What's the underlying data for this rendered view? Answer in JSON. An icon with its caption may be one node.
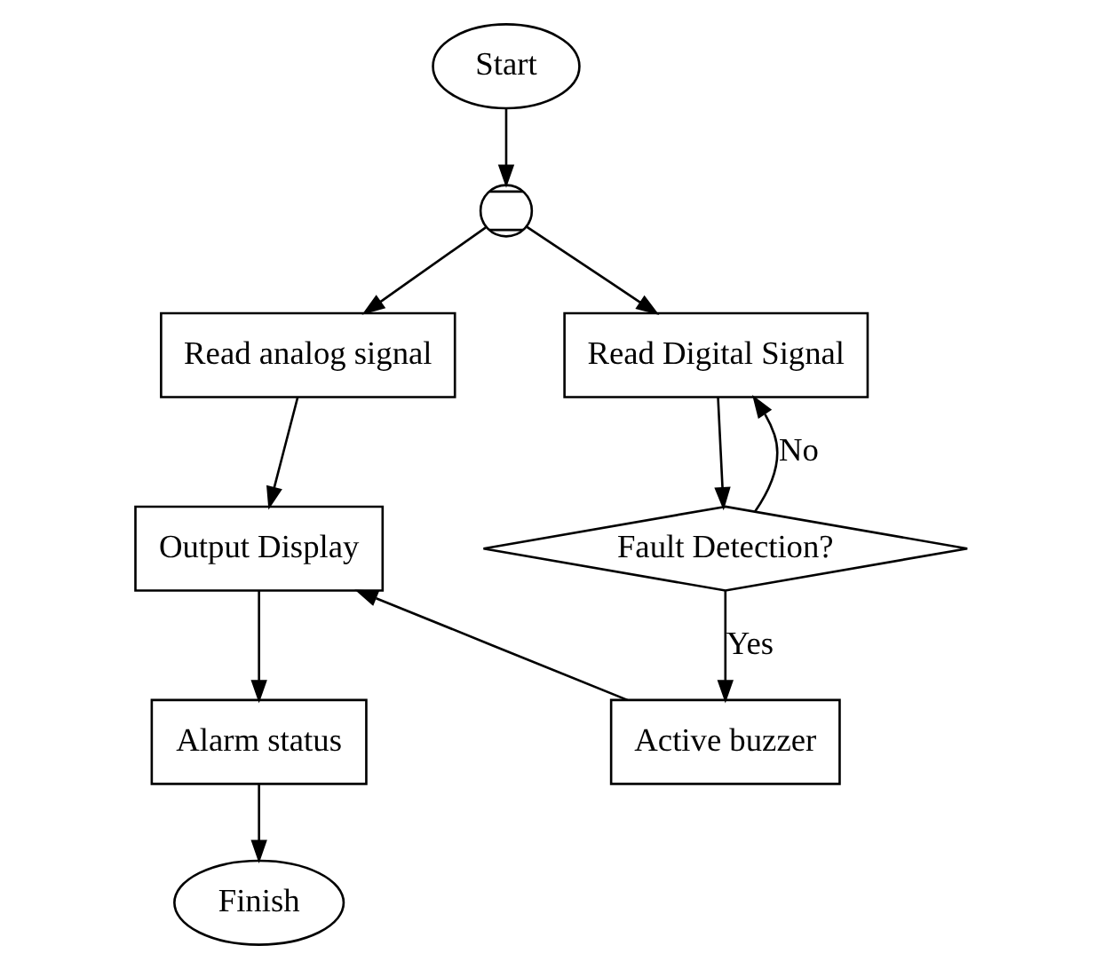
{
  "diagram": {
    "nodes": [
      {
        "text": [
          "Start"
        ]
      },
      {
        "text": [],
        "shape": "circle"
      },
      {
        "text": [
          "Read analog signal"
        ]
      },
      {
        "text": [
          "Read Digital Signal"
        ]
      },
      {
        "text": [
          "Output Display"
        ]
      },
      {
        "text": [
          "Fault Detection?"
        ]
      },
      {
        "text": [
          "Alarm status"
        ]
      },
      {
        "text": [
          "Finish"
        ]
      },
      {
        "text": [
          "Active buzzer"
        ]
      }
    ],
    "edges": [
      {
        "from": 0,
        "to": 1,
        "arrow": "to"
      },
      {
        "from": 1,
        "to": 2,
        "arrow": "to"
      },
      {
        "from": 1,
        "to": 3,
        "arrow": "to"
      },
      {
        "from": 2,
        "to": 4,
        "arrow": "to"
      },
      {
        "from": 5,
        "to": 3,
        "arrow": "to",
        "label": "No"
      },
      {
        "from": 3,
        "to": 5,
        "arrow": "to"
      },
      {
        "from": 4,
        "to": 6,
        "arrow": "to"
      },
      {
        "from": 6,
        "to": 7,
        "arrow": "to"
      },
      {
        "from": 5,
        "to": 8,
        "arrow": "to",
        "label": "Yes"
      },
      {
        "from": 8,
        "to": 4,
        "arrow": "to"
      }
    ]
  }
}
